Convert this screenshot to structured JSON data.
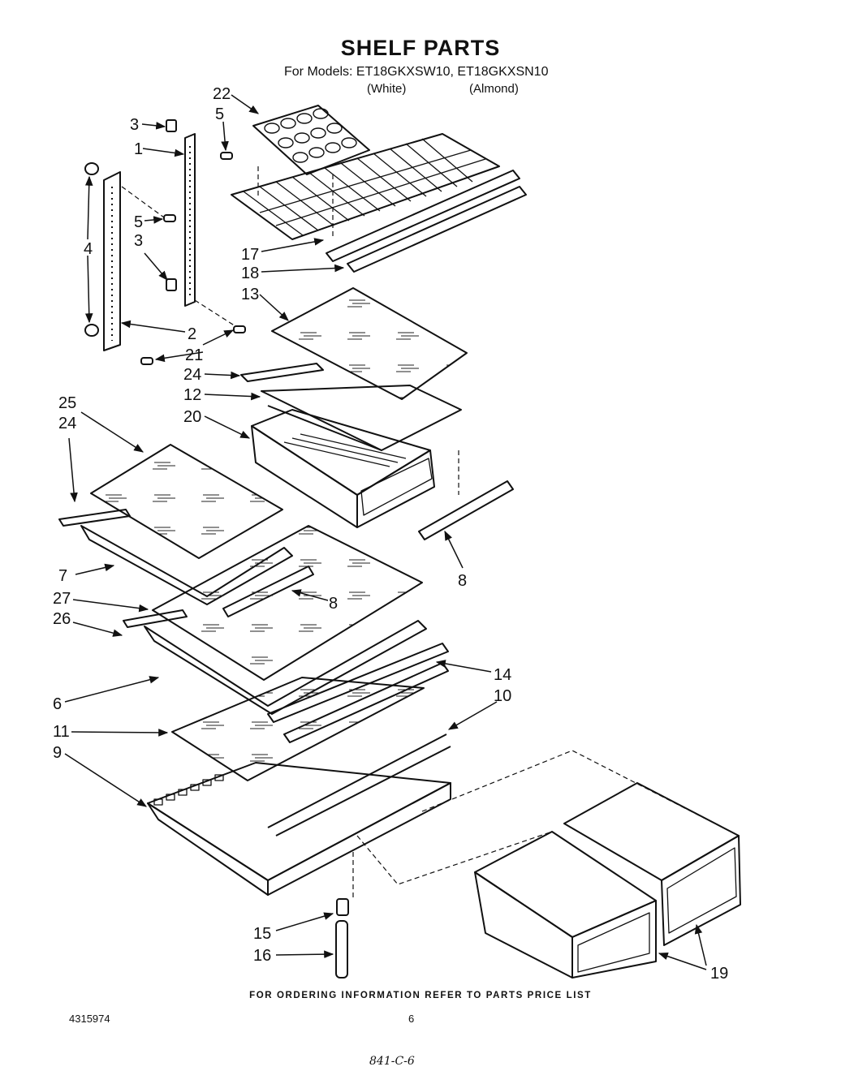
{
  "header": {
    "title": "SHELF PARTS",
    "models": "For Models: ET18GKXSW10, ET18GKXSN10",
    "finish_white": "(White)",
    "finish_almond": "(Almond)"
  },
  "callouts": [
    "22",
    "5",
    "3",
    "1",
    "4",
    "5",
    "3",
    "2",
    "21",
    "17",
    "18",
    "13",
    "24",
    "12",
    "20",
    "25",
    "24",
    "8",
    "7",
    "8",
    "27",
    "26",
    "14",
    "6",
    "10",
    "11",
    "9",
    "15",
    "16",
    "19"
  ],
  "footer": {
    "ordering_note": "FOR ORDERING INFORMATION REFER TO PARTS PRICE LIST",
    "doc_number": "4315974",
    "page_number": "6",
    "handwritten": "841-C-6"
  }
}
